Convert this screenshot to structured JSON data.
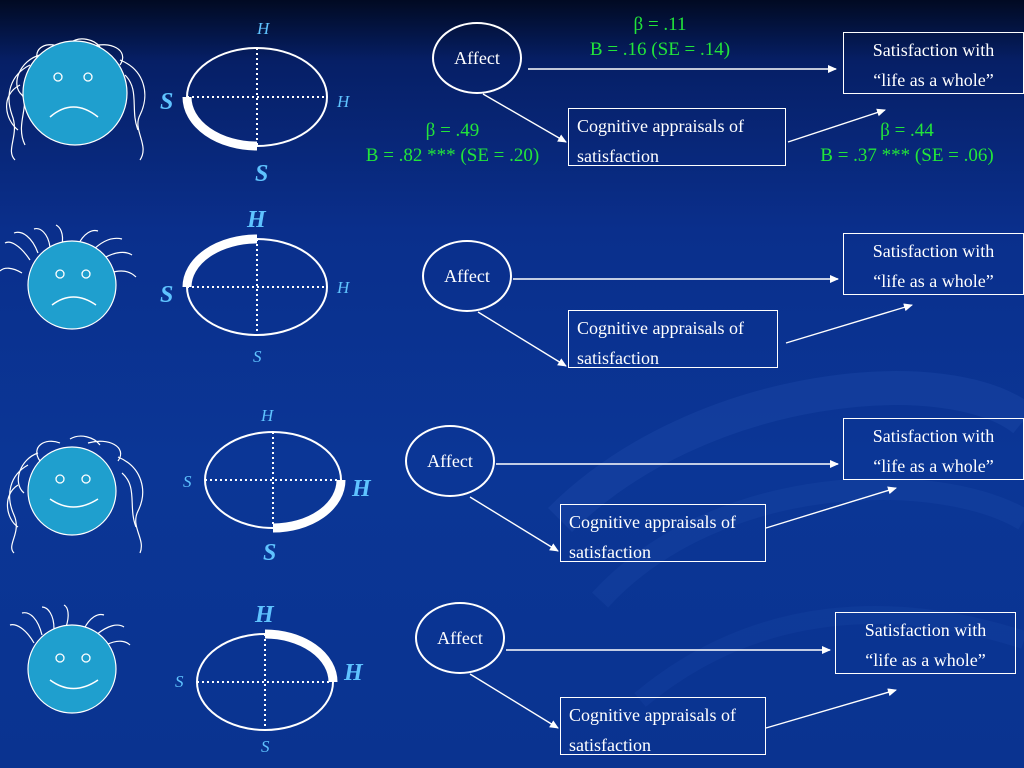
{
  "colors": {
    "background": "#0a3390",
    "label_blue": "#5fc3ff",
    "face_fill": "#1f9fce",
    "coefficient_green": "#22e53a",
    "line_white": "#ffffff"
  },
  "rows": [
    {
      "face": {
        "mood": "sad",
        "hair": "curly"
      },
      "ellipse_labels": {
        "top": "H",
        "right": "H",
        "left": "S",
        "bottom": "S"
      },
      "emphasized": [
        "left",
        "bottom"
      ],
      "diagram": {
        "affect": "Affect",
        "cognitive": "Cognitive appraisals of satisfaction",
        "satisfaction": [
          "Satisfaction with",
          "“life as a whole”"
        ]
      },
      "coefficients": {
        "affect_to_satisfaction": {
          "beta": "β = .11",
          "b": "B = .16  (SE = .14)"
        },
        "affect_to_cognitive": {
          "beta": "β = .49",
          "b": "B = .82 *** (SE = .20)"
        },
        "cognitive_to_satisfaction": {
          "beta": "β = .44",
          "b": "B = .37 ***  (SE = .06)"
        }
      }
    },
    {
      "face": {
        "mood": "sad",
        "hair": "spiky"
      },
      "ellipse_labels": {
        "top": "H",
        "right": "H",
        "left": "S",
        "bottom": "S"
      },
      "emphasized": [
        "top",
        "left"
      ],
      "diagram": {
        "affect": "Affect",
        "cognitive": "Cognitive appraisals of satisfaction",
        "satisfaction": [
          "Satisfaction with",
          "“life as a whole”"
        ]
      }
    },
    {
      "face": {
        "mood": "happy",
        "hair": "curly"
      },
      "ellipse_labels": {
        "top": "H",
        "right": "H",
        "left": "S",
        "bottom": "S"
      },
      "emphasized": [
        "right",
        "bottom"
      ],
      "diagram": {
        "affect": "Affect",
        "cognitive": "Cognitive appraisals of satisfaction",
        "satisfaction": [
          "Satisfaction with",
          "“life as a whole”"
        ]
      }
    },
    {
      "face": {
        "mood": "happy",
        "hair": "spiky"
      },
      "ellipse_labels": {
        "top": "H",
        "right": "H",
        "left": "S",
        "bottom": "S"
      },
      "emphasized": [
        "top",
        "right"
      ],
      "diagram": {
        "affect": "Affect",
        "cognitive": "Cognitive appraisals of satisfaction",
        "satisfaction": [
          "Satisfaction with",
          "“life as a whole”"
        ]
      }
    }
  ]
}
